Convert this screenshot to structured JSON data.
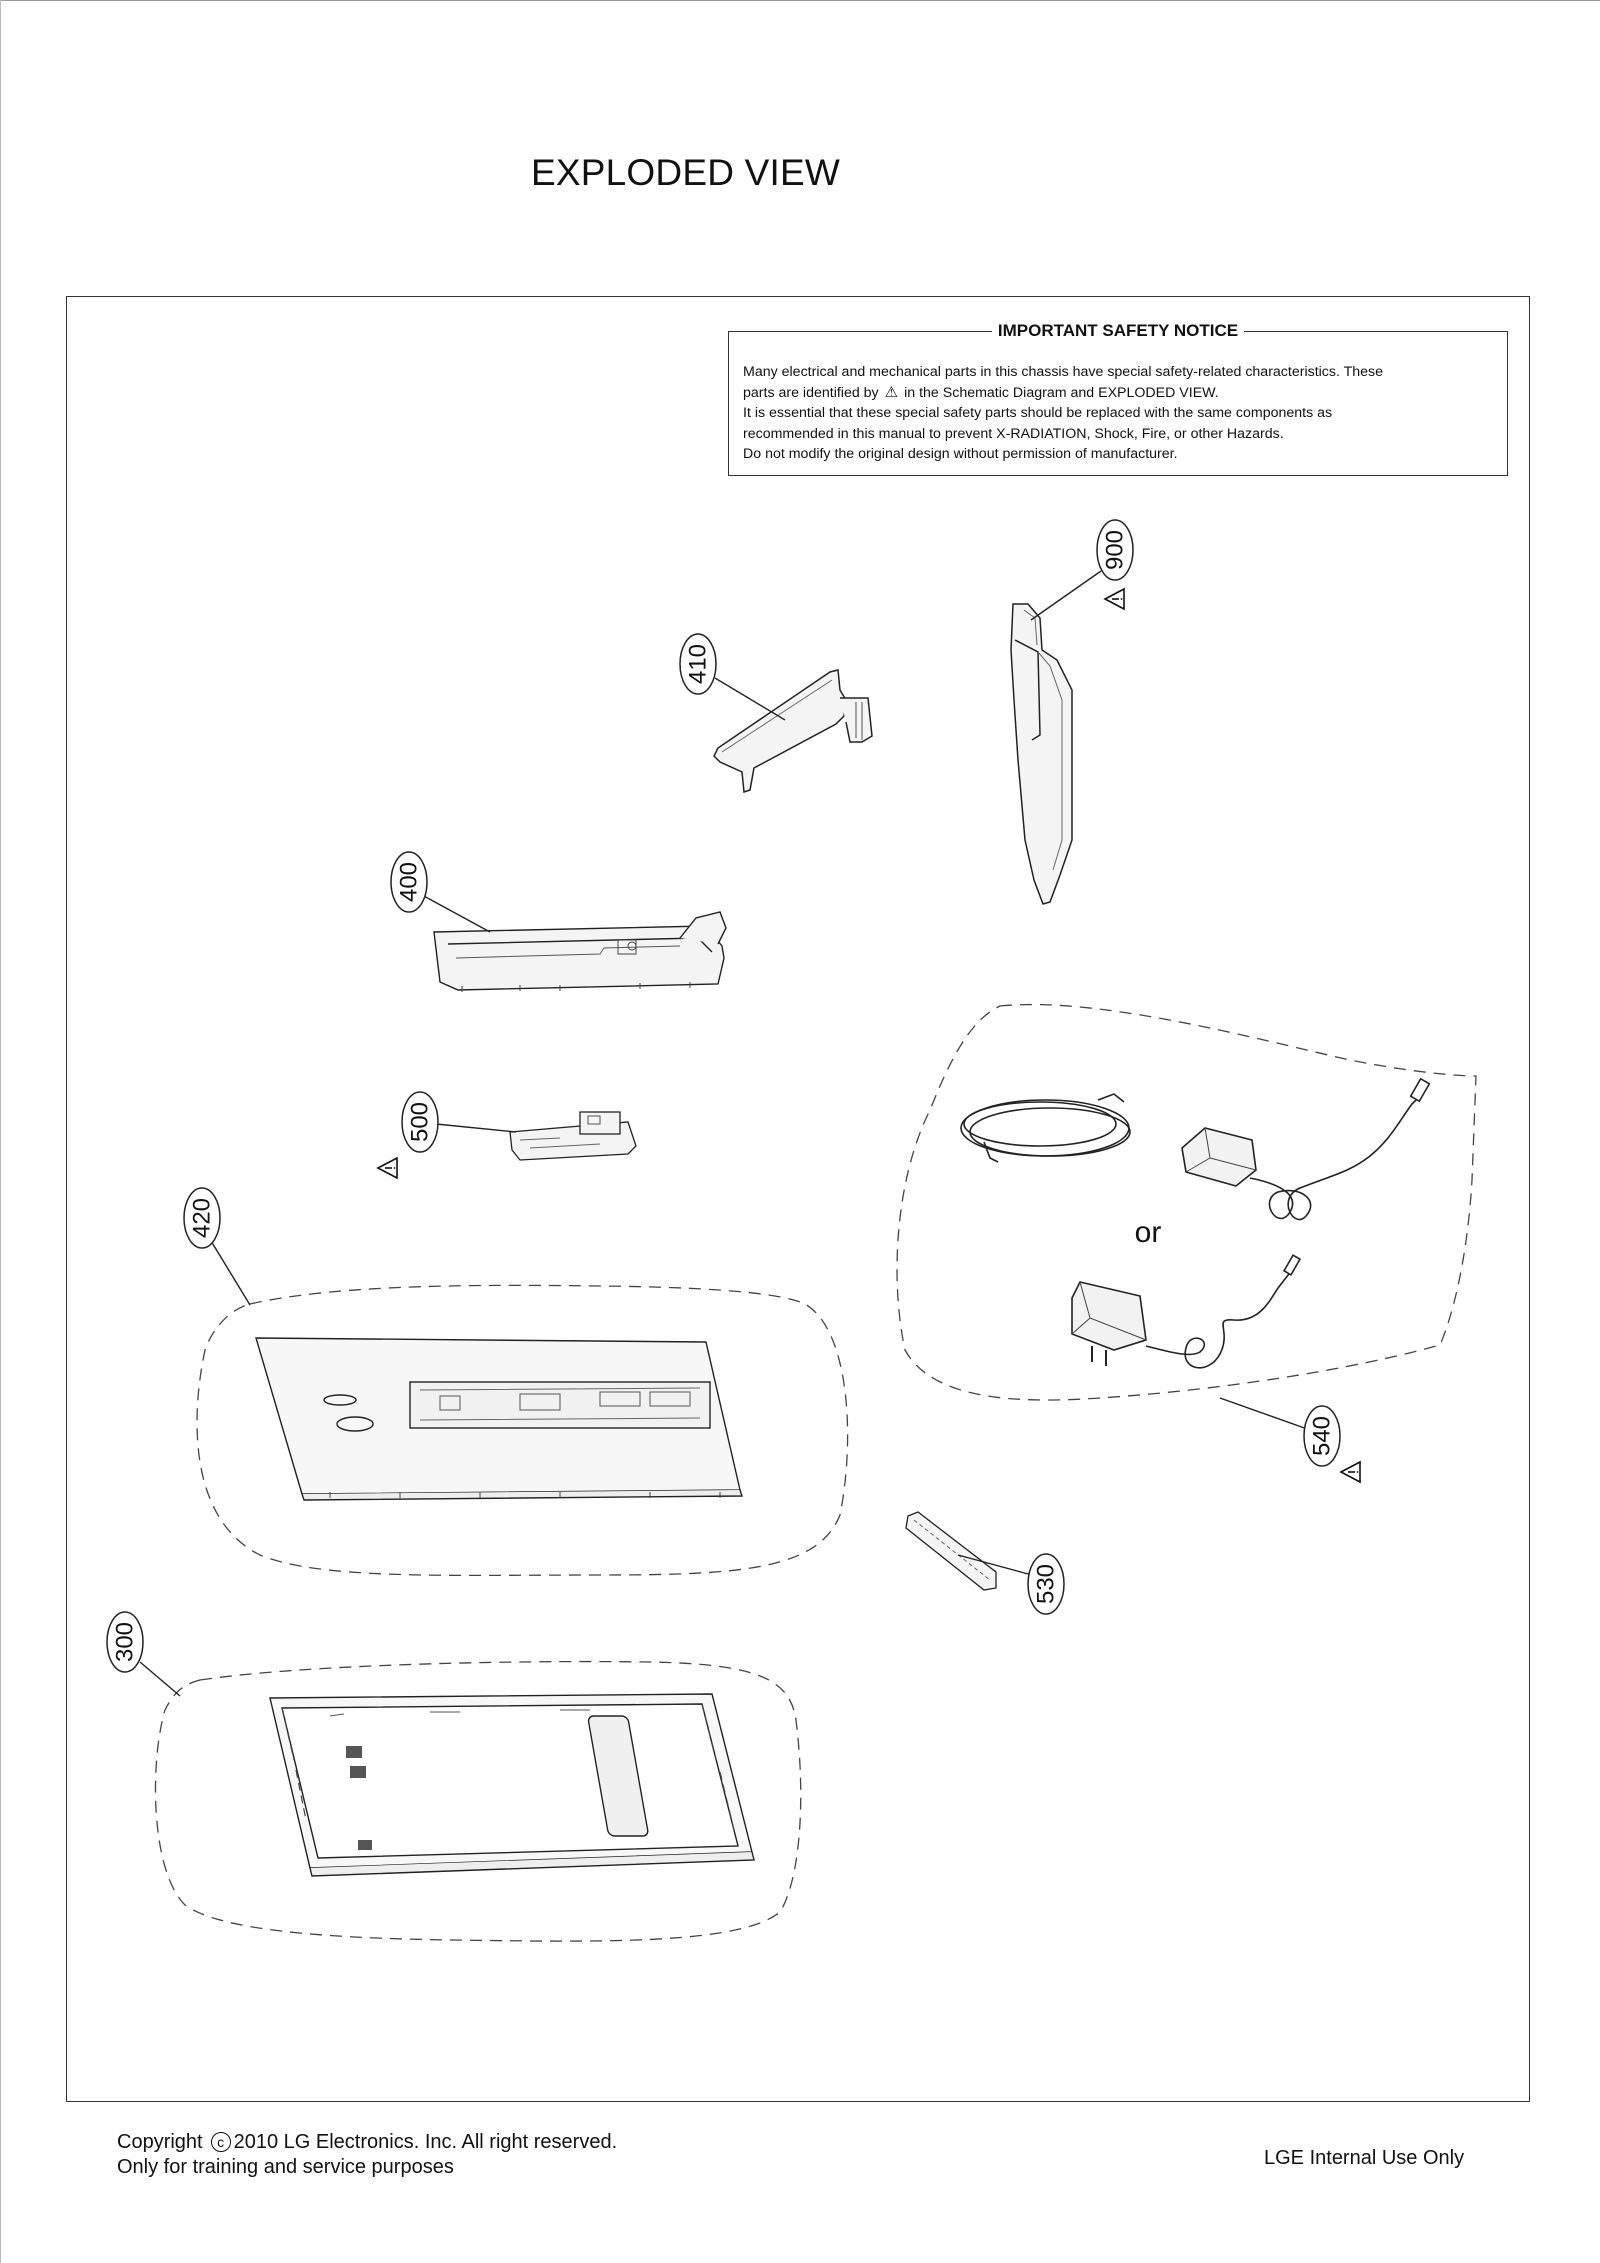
{
  "page": {
    "title": "EXPLODED VIEW"
  },
  "notice": {
    "title": "IMPORTANT SAFETY NOTICE",
    "line1": "Many electrical and mechanical parts in this chassis have special safety-related characteristics. These",
    "line2_pre": "parts are identified by",
    "line2_post": "in the Schematic Diagram and EXPLODED VIEW.",
    "line3": "It is essential that these special safety parts should be replaced with the same components as",
    "line4": "recommended in this manual to prevent X-RADIATION, Shock, Fire, or other Hazards.",
    "line5": "Do not modify the original design without permission of manufacturer."
  },
  "parts": {
    "p900": "900",
    "p410": "410",
    "p400": "400",
    "p500": "500",
    "p420": "420",
    "p540": "540",
    "p530": "530",
    "p300": "300"
  },
  "adapter_alternative": "or",
  "icons": {
    "safety_mark": "warning-triangle-icon"
  },
  "footer": {
    "copyright_pre": "Copyright",
    "copyright_mark": "c",
    "copyright_post": "2010 LG Electronics. Inc. All right reserved.",
    "training": "Only for training and service purposes",
    "internal": "LGE Internal Use Only"
  }
}
